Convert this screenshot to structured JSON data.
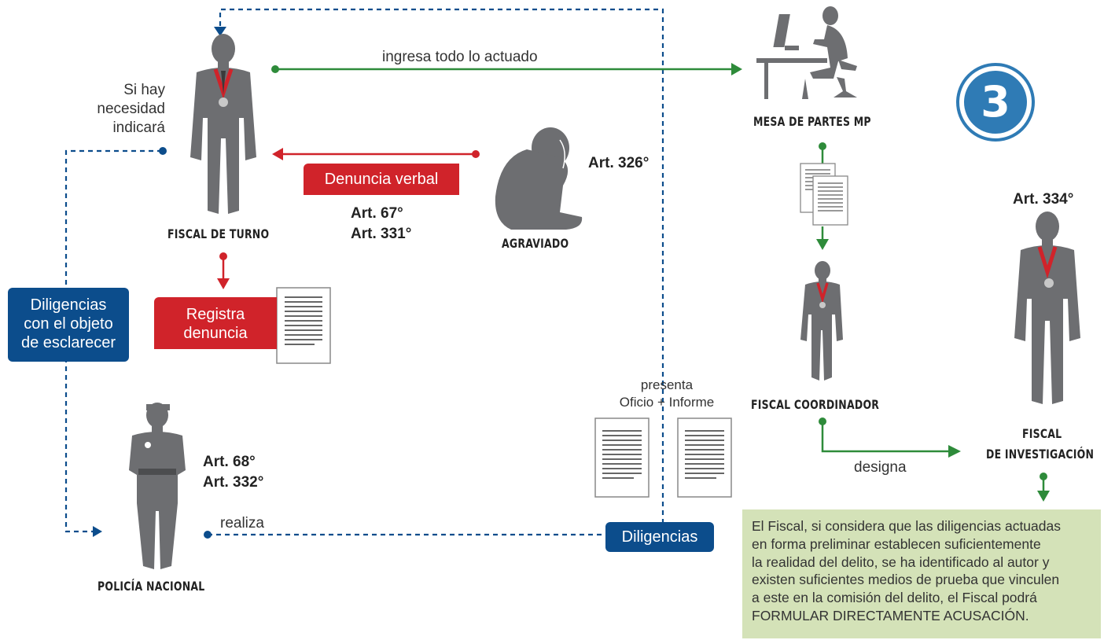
{
  "badge": {
    "number": "3"
  },
  "roles": {
    "fiscal_turno": "FISCAL DE TURNO",
    "agraviado": "AGRAVIADO",
    "mesa_partes": "MESA DE PARTES MP",
    "fiscal_coordinador": "FISCAL COORDINADOR",
    "fiscal_investigacion_line1": "FISCAL",
    "fiscal_investigacion_line2": "DE INVESTIGACIÓN",
    "policia": "POLICÍA NACIONAL"
  },
  "labels": {
    "ingresa": "ingresa todo lo actuado",
    "si_hay_1": "Si hay",
    "si_hay_2": "necesidad",
    "si_hay_3": "indicará",
    "presenta_1": "presenta",
    "presenta_2": "Oficio + Informe",
    "designa": "designa",
    "realiza": "realiza"
  },
  "boxes": {
    "denuncia_verbal": "Denuncia verbal",
    "registra_1": "Registra",
    "registra_2": "denuncia",
    "diligencias_objeto_1": "Diligencias",
    "diligencias_objeto_2": "con el objeto",
    "diligencias_objeto_3": "de esclarecer",
    "diligencias": "Diligencias"
  },
  "articles": {
    "art_326": "Art. 326°",
    "art_67": "Art. 67°",
    "art_331": "Art. 331°",
    "art_68": "Art. 68°",
    "art_332": "Art. 332°",
    "art_334": "Art. 334°"
  },
  "note": {
    "line1": "El Fiscal, si considera que las diligencias actuadas",
    "line2": "en forma preliminar establecen suficientemente",
    "line3": "la realidad del delito, se ha identificado al autor y",
    "line4": "existen suficientes medios de prueba que vinculen",
    "line5": "a este en la comisión del delito, el Fiscal podrá",
    "line6": "FORMULAR DIRECTAMENTE ACUSACIÓN."
  },
  "colors": {
    "green": "#2e8b3a",
    "red": "#d0232a",
    "blue": "#0c4d8c",
    "figure": "#6d6e71",
    "badge": "#2f7bb5",
    "note_bg": "#d4e2b8"
  }
}
